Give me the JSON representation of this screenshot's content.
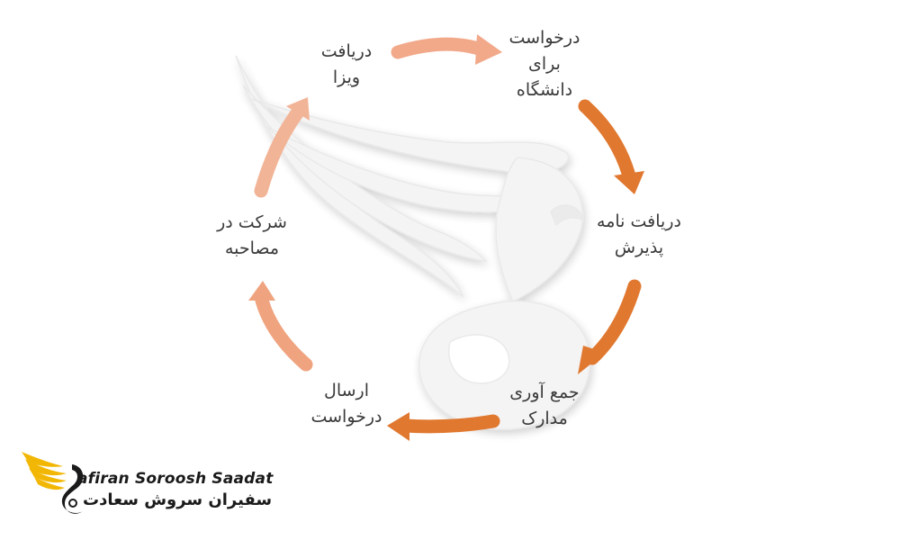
{
  "steps": [
    {
      "id": "university-application",
      "lines": [
        "درخواست",
        "برای",
        "دانشگاه"
      ]
    },
    {
      "id": "admission-letter",
      "lines": [
        "دریافت نامه",
        "پذیرش"
      ]
    },
    {
      "id": "document-collection",
      "lines": [
        "جمع آوری",
        "مدارک"
      ]
    },
    {
      "id": "submit-application",
      "lines": [
        "ارسال",
        "درخواست"
      ]
    },
    {
      "id": "interview",
      "lines": [
        "شرکت در",
        "مصاحبه"
      ]
    },
    {
      "id": "visa",
      "lines": [
        "دریافت",
        "ویزا"
      ]
    }
  ],
  "colors": {
    "arrow_dark": "#e0782f",
    "arrow_light": "#f2a98a",
    "watermark": "#f1f1f1",
    "logo_gold": "#f2b705",
    "text": "#3a3a3a"
  },
  "logo": {
    "text_en": "afiran Soroosh Saadat",
    "text_fa": "سفیران سروش سعادت",
    "icon": "swan-wing-logo-icon"
  },
  "watermark": {
    "icon": "swan-wing-watermark-icon"
  }
}
